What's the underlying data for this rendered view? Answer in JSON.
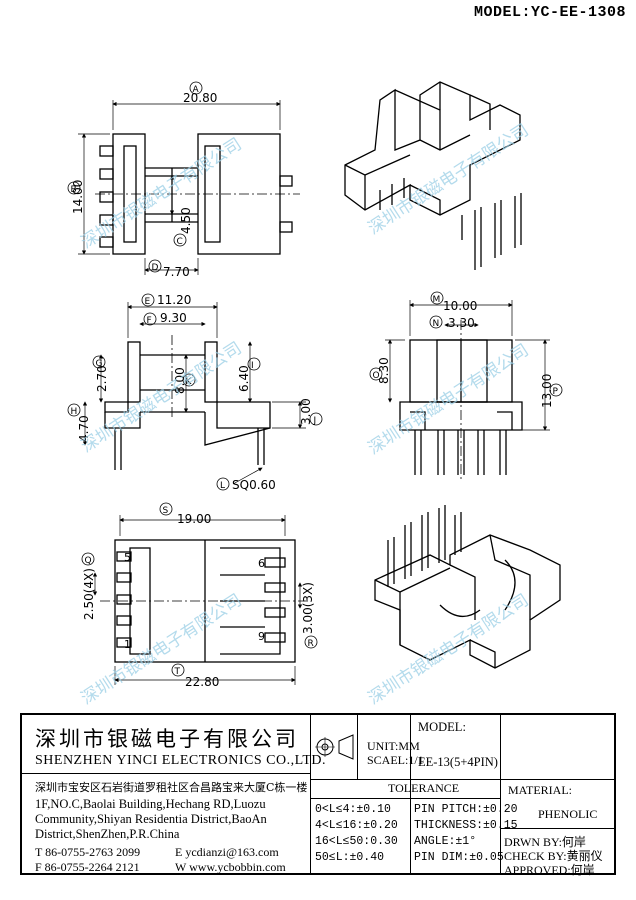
{
  "model_title": "MODEL:YC-EE-1308",
  "watermark": "深圳市银磁电子有限公司",
  "dimensions": {
    "A": "20.80",
    "B": "14.00",
    "C": "4.50",
    "D": "7.70",
    "E": "11.20",
    "F": "9.30",
    "G": "2.70",
    "H": "4.70",
    "I": "6.40",
    "J": "3.00",
    "K": "8.00",
    "L": "SQ0.60",
    "M": "10.00",
    "N": "3.30",
    "O": "8.30",
    "P": "13.00",
    "Q": "2.50(4X)",
    "R": "3.00(3X)",
    "S": "19.00",
    "T": "22.80"
  },
  "pins": [
    "5",
    "1",
    "6",
    "9"
  ],
  "title_block": {
    "company_cn": "深圳市银磁电子有限公司",
    "company_en": "SHENZHEN YINCI ELECTRONICS CO.,LTD.",
    "address_cn": "深圳市宝安区石岩街道罗租社区合昌路宝来大厦C栋一楼",
    "address_en_1": "1F,NO.C,Baolai Building,Hechang RD,Luozu",
    "address_en_2": "Community,Shiyan Residentia District,BaoAn",
    "address_en_3": "District,ShenZhen,P.R.China",
    "tel": "T 86-0755-2763 2099",
    "fax": "F 86-0755-2264 2121",
    "email": "E ycdianzi@163.com",
    "web": "W www.ycbobbin.com",
    "unit": "UNIT:MM",
    "scale": "SCAEL:1/1",
    "model_label": "MODEL:",
    "model_value": "EE-13(5+4PIN)",
    "tolerance": "TOLERANCE",
    "tol": [
      "0<L≤4:±0.10",
      "4<L≤16:±0.20",
      "16<L≤50:0.30",
      "50≤L:±0.40"
    ],
    "pin_tol": [
      "PIN PITCH:±0.20",
      "THICKNESS:±0.15",
      "ANGLE:±1°",
      "PIN DIM:±0.05"
    ],
    "material_label": "MATERIAL:",
    "material_value": "PHENOLIC",
    "drawn": "DRWN BY:何岸",
    "check": "CHECK BY:黄丽仪",
    "approved": "APPROVED:何岸"
  }
}
